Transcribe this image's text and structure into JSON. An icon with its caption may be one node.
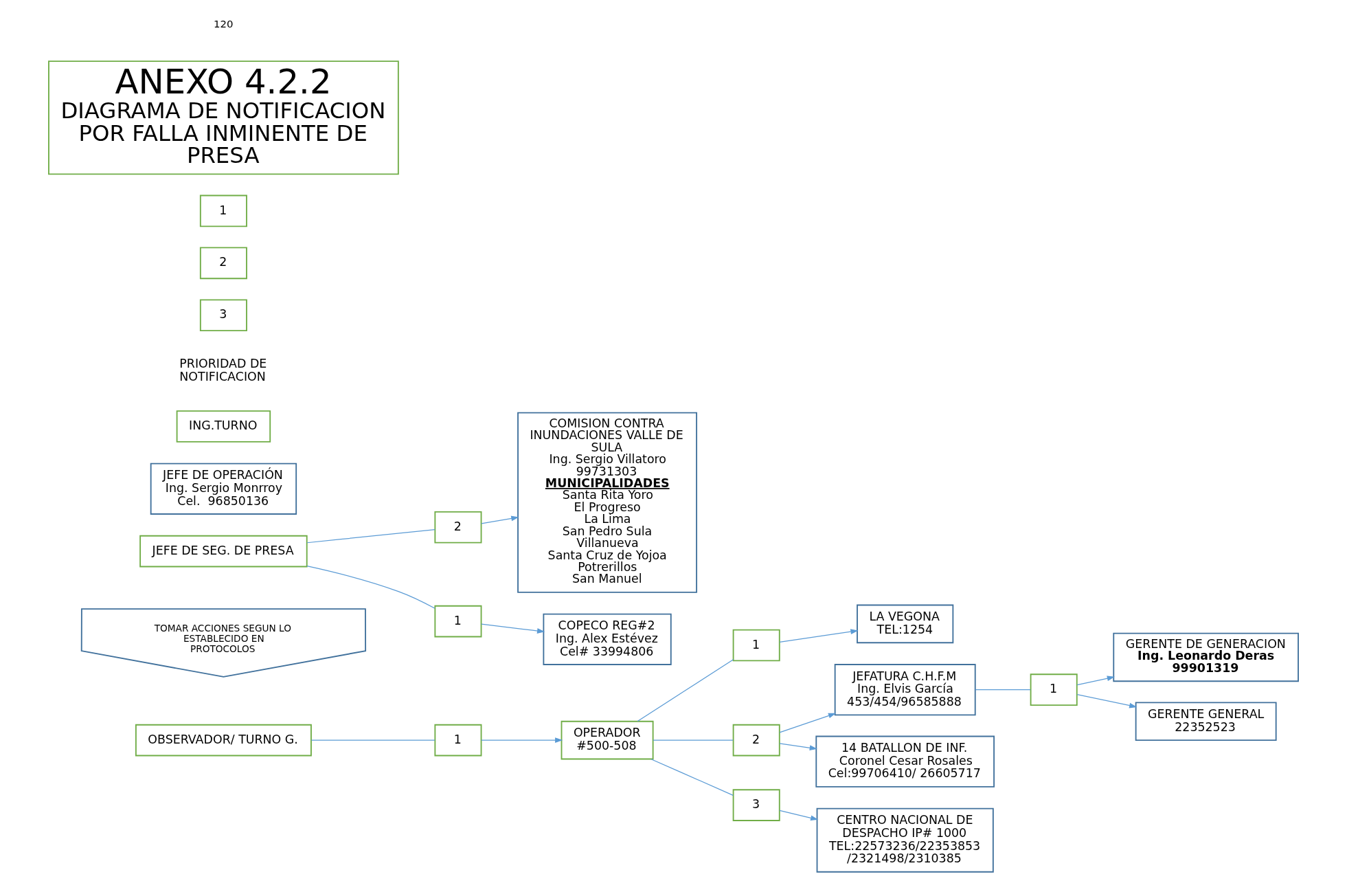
{
  "diagram": {
    "nodes": [
      {
        "text": [
          "OBSERVADOR/ TURNO G."
        ]
      },
      {
        "text": [
          "1"
        ]
      },
      {
        "text": [
          "OPERADOR",
          "#500-508"
        ]
      },
      {
        "text": [
          "LA VEGONA",
          "TEL:1254"
        ]
      },
      {
        "text": [
          "1"
        ]
      },
      {
        "text": [
          "2"
        ]
      },
      {
        "text": [
          "3"
        ]
      },
      {
        "text": [
          "CENTRO NACIONAL DE DESPACHO IP# 1000",
          "TEL:22573236/22353853 /2321498/2310385"
        ]
      },
      {
        "text": [
          "TOMAR ACCIONES SEGUN LO ESTABLECIDO EN PROTOCOLOS"
        ]
      },
      {
        "text": [
          "JEFATURA C.H.F.M",
          "Ing. Elvis García",
          "453/454/96585888"
        ]
      },
      {
        "text": [
          "JEFE DE SEG. DE PRESA"
        ]
      },
      {
        "text": [
          "JEFE DE OPERACIÓN",
          "Ing. Sergio Monrroy",
          "Cel.  96850136"
        ]
      },
      {
        "text": [
          "ING.TURNO"
        ]
      },
      {
        "text": [
          "14 BATALLON DE INF.",
          "Coronel Cesar Rosales",
          "Cel:99706410/ 26605717"
        ]
      },
      {
        "text": [
          "1"
        ]
      },
      {
        "text": [
          "GERENTE DE GENERACION",
          "Ing. Leonardo Deras 99901319"
        ]
      },
      {
        "text": [
          "GERENTE GENERAL",
          "22352523"
        ]
      },
      {
        "text": [
          "2"
        ]
      },
      {
        "text": [
          "1"
        ]
      },
      {
        "text": [
          "COPECO REG#2",
          "Ing. Alex Estévez",
          "Cel# 33994806"
        ]
      },
      {
        "text": [
          "COMISION CONTRA INUNDACIONES VALLE DE SULA",
          "Ing. Sergio Villatoro",
          "99731303",
          "MUNICIPALIDADES",
          "Santa Rita Yoro",
          "El Progreso",
          "La Lima",
          "San Pedro Sula",
          "Villanueva",
          "Santa Cruz de Yojoa",
          "Potrerillos",
          "San Manuel"
        ]
      },
      {
        "text": [
          "1"
        ]
      },
      {
        "text": [
          "2"
        ]
      },
      {
        "text": [
          "3"
        ]
      },
      {
        "text": [
          "ANEXO 4.2.2",
          "DIAGRAMA DE NOTIFICACION POR FALLA INMINENTE DE PRESA"
        ]
      }
    ],
    "edges": [
      {
        "from": 0,
        "to": 1,
        "arrow": "none"
      },
      {
        "from": 1,
        "to": 2,
        "arrow": "to"
      },
      {
        "from": 2,
        "to": 4,
        "arrow": "none"
      },
      {
        "from": 4,
        "to": 3,
        "arrow": "to"
      },
      {
        "from": 2,
        "to": 5,
        "arrow": "none"
      },
      {
        "from": 2,
        "to": 6,
        "arrow": "none"
      },
      {
        "from": 6,
        "to": 7,
        "arrow": "to"
      },
      {
        "from": 5,
        "to": 9,
        "arrow": "to"
      },
      {
        "from": 5,
        "to": 13,
        "arrow": "to"
      },
      {
        "from": 9,
        "to": 14,
        "arrow": "none"
      },
      {
        "from": 14,
        "to": 15,
        "arrow": "to"
      },
      {
        "from": 14,
        "to": 16,
        "arrow": "to"
      },
      {
        "from": 10,
        "to": 17,
        "arrow": "none"
      },
      {
        "from": 17,
        "to": 20,
        "arrow": "to"
      },
      {
        "from": 10,
        "to": 18,
        "arrow": "none"
      },
      {
        "from": 18,
        "to": 19,
        "arrow": "to"
      }
    ],
    "labels": [
      "PRIORIDAD DE NOTIFICACION",
      "120"
    ]
  }
}
